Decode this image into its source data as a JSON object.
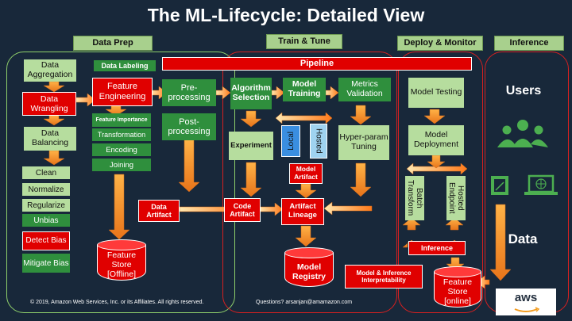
{
  "title": "The ML-Lifecycle: Detailed View",
  "headers": {
    "data_prep": "Data Prep",
    "train_tune": "Train & Tune",
    "deploy_monitor": "Deploy & Monitor",
    "inference": "Inference"
  },
  "pipeline": "Pipeline",
  "data_prep": {
    "aggregation": "Data Aggregation",
    "wrangling": "Data Wrangling",
    "balancing": "Data Balancing",
    "clean": "Clean",
    "normalize": "Normalize",
    "regularize": "Regularize",
    "unbias": "Unbias",
    "detect_bias": "Detect Bias",
    "mitigate_bias": "Mitigate Bias",
    "labeling": "Data Labeling",
    "feature_engineering": "Feature Engineering",
    "feature_importance": "Feature Importance",
    "transformation": "Transformation",
    "encoding": "Encoding",
    "joining": "Joining",
    "preprocessing": "Pre-processing",
    "postprocessing": "Post-processing",
    "data_artifact": "Data Artifact",
    "feature_store_offline": "Feature Store [Offline]"
  },
  "train_tune": {
    "algorithm_selection": "Algorithm Selection",
    "model_training": "Model Training",
    "metrics_validation": "Metrics Validation",
    "experiment": "Experiment",
    "local": "Local",
    "hosted": "Hosted",
    "hyperparam_tuning": "Hyper-param Tuning",
    "model_artifact": "Model Artifact",
    "code_artifact": "Code Artifact",
    "artifact_lineage": "Artifact Lineage",
    "model_registry": "Model Registry",
    "interpretability": "Model & Inference Interpretability"
  },
  "deploy": {
    "model_testing": "Model Testing",
    "model_deployment": "Model Deployment",
    "batch_transform": "Batch Transform",
    "hosted_endpoint": "Hosted Endpoint",
    "inference": "Inference",
    "feature_store_online": "Feature Store [online]"
  },
  "inference_col": {
    "users": "Users",
    "data": "Data",
    "aws": "aws"
  },
  "footer": {
    "copyright": "© 2019, Amazon Web Services, Inc. or its Affiliates. All rights reserved.",
    "questions": "Questions? arsanjan@amamazon.com"
  },
  "colors": {
    "background": "#18283a",
    "red": "#e00000",
    "light_green": "#b6dd9e",
    "dark_green": "#2f8f3d",
    "header_green": "#a8d08d",
    "region_green": "#8fcf6b",
    "region_red": "#d62020",
    "arrow_orange": "#f39c1f",
    "icon_green": "#4caf50"
  },
  "icons": [
    "users-icon",
    "tablet-icon",
    "laptop-globe-icon",
    "aws-logo"
  ]
}
